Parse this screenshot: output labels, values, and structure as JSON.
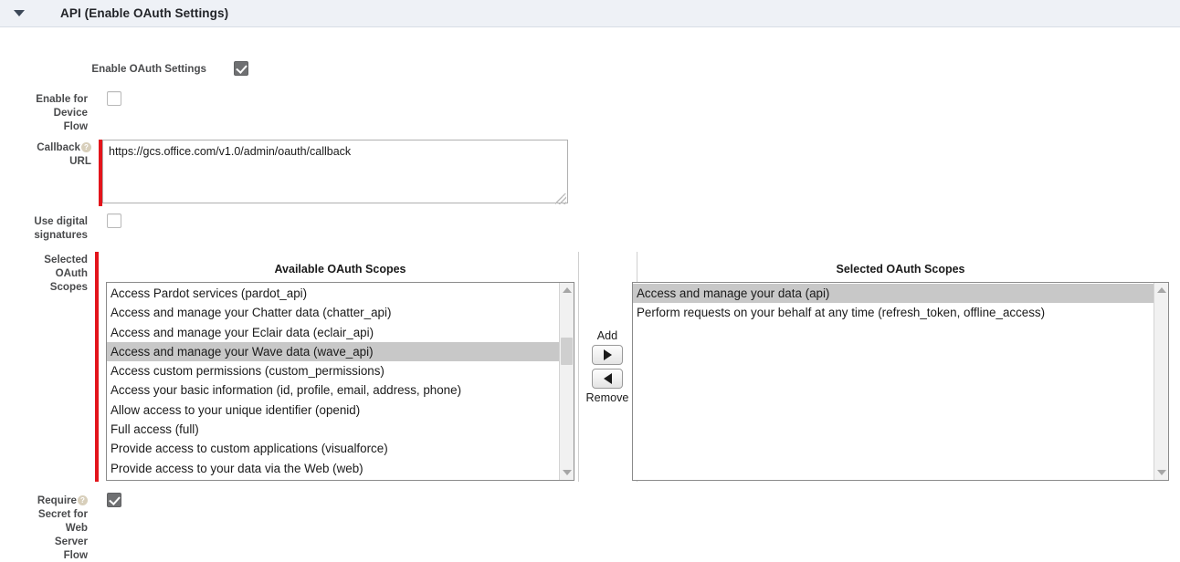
{
  "section": {
    "title": "API (Enable OAuth Settings)",
    "collapse_icon": "caret-down-icon",
    "expanded": true
  },
  "fields": {
    "enable_oauth_settings": {
      "label": "Enable OAuth Settings",
      "checked": true,
      "checkbox_icon": "checked-checkbox-icon"
    },
    "enable_for_device_flow": {
      "label": "Enable for Device Flow",
      "label_lines": [
        "Enable for",
        "Device",
        "Flow"
      ],
      "checked": false,
      "checkbox_icon": "unchecked-checkbox-icon"
    },
    "callback_url": {
      "label": "Callback URL",
      "label_lines": [
        "Callback",
        "URL"
      ],
      "required": true,
      "help_icon": "help-question-icon",
      "help_glyph": "?",
      "value": "https://gcs.office.com/v1.0/admin/oauth/callback",
      "placeholder": ""
    },
    "use_digital_signatures": {
      "label": "Use digital signatures",
      "label_lines": [
        "Use digital",
        "signatures"
      ],
      "checked": false,
      "checkbox_icon": "unchecked-checkbox-icon"
    },
    "selected_oauth_scopes": {
      "label": "Selected OAuth Scopes",
      "label_lines": [
        "Selected",
        "OAuth",
        "Scopes"
      ],
      "required": true
    },
    "require_secret_web_server_flow": {
      "label": "Require Secret for Web Server Flow",
      "label_lines": [
        "Require",
        "Secret for",
        "Web",
        "Server",
        "Flow"
      ],
      "help_icon": "help-question-icon",
      "help_glyph": "?",
      "checked": true,
      "checkbox_icon": "checked-checkbox-icon"
    }
  },
  "picker": {
    "available": {
      "heading": "Available OAuth Scopes",
      "options": [
        {
          "label": "Access Pardot services (pardot_api)",
          "selected": false
        },
        {
          "label": "Access and manage your Chatter data (chatter_api)",
          "selected": false
        },
        {
          "label": "Access and manage your Eclair data (eclair_api)",
          "selected": false
        },
        {
          "label": "Access and manage your Wave data (wave_api)",
          "selected": true
        },
        {
          "label": "Access custom permissions (custom_permissions)",
          "selected": false
        },
        {
          "label": "Access your basic information (id, profile, email, address, phone)",
          "selected": false
        },
        {
          "label": "Allow access to your unique identifier (openid)",
          "selected": false
        },
        {
          "label": "Full access (full)",
          "selected": false
        },
        {
          "label": "Provide access to custom applications (visualforce)",
          "selected": false
        },
        {
          "label": "Provide access to your data via the Web (web)",
          "selected": false
        }
      ],
      "scrollbar": {
        "up_icon": "scroll-up-arrow-icon",
        "down_icon": "scroll-down-arrow-icon",
        "thumb_top_pct": 24,
        "thumb_height_pct": 16
      }
    },
    "middle": {
      "add_label": "Add",
      "remove_label": "Remove",
      "add_icon": "arrow-right-icon",
      "remove_icon": "arrow-left-icon"
    },
    "selected": {
      "heading": "Selected OAuth Scopes",
      "options": [
        {
          "label": "Access and manage your data (api)",
          "selected": true
        },
        {
          "label": "Perform requests on your behalf at any time (refresh_token, offline_access)",
          "selected": false
        }
      ],
      "scrollbar": {
        "up_icon": "scroll-up-arrow-icon",
        "down_icon": "scroll-down-arrow-icon",
        "thumb_top_pct": 0,
        "thumb_height_pct": 0
      }
    }
  },
  "colors": {
    "header_background": "#eef1f6",
    "required_marker": "#e3141b",
    "checked_checkbox": "#6f7072",
    "option_selected": "#c8c8c8",
    "help_icon": "#d8cfbb"
  }
}
